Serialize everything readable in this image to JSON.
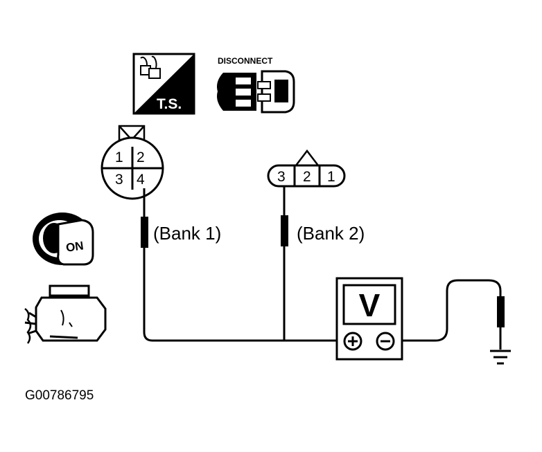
{
  "diagram": {
    "figure_id": "G00786795",
    "icons": {
      "ts_label": "T.S.",
      "disconnect_label": "DISCONNECT",
      "ignition_label": "ON"
    },
    "connector_bank1": {
      "pins": [
        "1",
        "2",
        "3",
        "4"
      ],
      "label": "(Bank 1)"
    },
    "connector_bank2": {
      "pins": [
        "3",
        "2",
        "1"
      ],
      "label": "(Bank 2)"
    },
    "voltmeter": {
      "display": "V",
      "positive": "+",
      "negative": "−"
    },
    "icon_names": [
      "test-harness-icon",
      "disconnect-connector-icon",
      "ignition-key-icon",
      "engine-icon",
      "ground-icon",
      "voltmeter-icon"
    ],
    "colors": {
      "ink": "#000000",
      "paper": "#ffffff"
    }
  }
}
